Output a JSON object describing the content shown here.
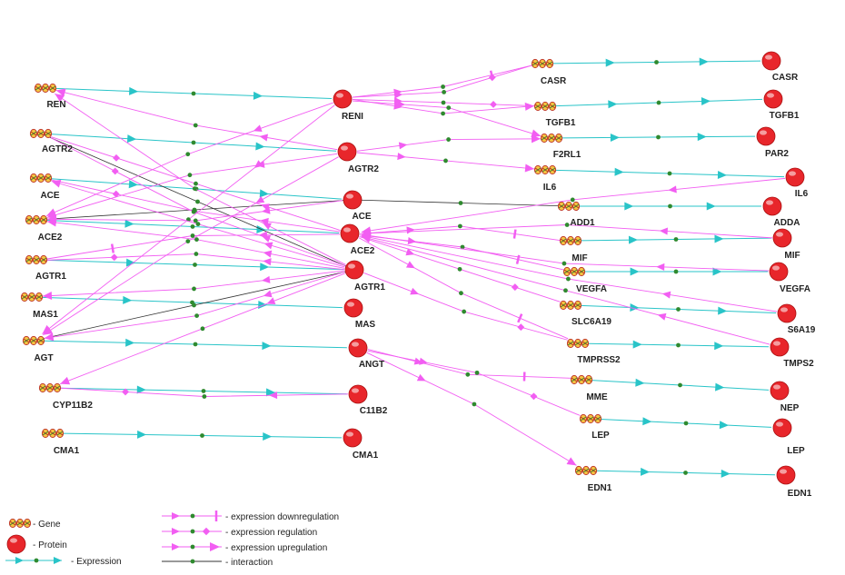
{
  "colors": {
    "expression": "#29c4c8",
    "regulation": "#f25ef2",
    "interaction": "#333333",
    "protein": "#e8262b",
    "gene": "#e0a020",
    "dot": "#2f8a2f"
  },
  "genes": [
    {
      "id": "g_REN",
      "label": "REN"
    },
    {
      "id": "g_AGTR2",
      "label": "AGTR2"
    },
    {
      "id": "g_ACE",
      "label": "ACE"
    },
    {
      "id": "g_ACE2",
      "label": "ACE2"
    },
    {
      "id": "g_AGTR1",
      "label": "AGTR1"
    },
    {
      "id": "g_MAS1",
      "label": "MAS1"
    },
    {
      "id": "g_AGT",
      "label": "AGT"
    },
    {
      "id": "g_CYP11B2",
      "label": "CYP11B2"
    },
    {
      "id": "g_CMA1",
      "label": "CMA1"
    },
    {
      "id": "g_CASR",
      "label": "CASR"
    },
    {
      "id": "g_TGFB1",
      "label": "TGFB1"
    },
    {
      "id": "g_F2RL1",
      "label": "F2RL1"
    },
    {
      "id": "g_IL6",
      "label": "IL6"
    },
    {
      "id": "g_ADD1",
      "label": "ADD1"
    },
    {
      "id": "g_MIF",
      "label": "MIF"
    },
    {
      "id": "g_VEGFA",
      "label": "VEGFA"
    },
    {
      "id": "g_SLC6A19",
      "label": "SLC6A19"
    },
    {
      "id": "g_TMPRSS2",
      "label": "TMPRSS2"
    },
    {
      "id": "g_MME",
      "label": "MME"
    },
    {
      "id": "g_LEP",
      "label": "LEP"
    },
    {
      "id": "g_EDN1",
      "label": "EDN1"
    }
  ],
  "proteins": [
    {
      "id": "p_RENI",
      "label": "RENI"
    },
    {
      "id": "p_AGTR2",
      "label": "AGTR2"
    },
    {
      "id": "p_ACE",
      "label": "ACE"
    },
    {
      "id": "p_ACE2",
      "label": "ACE2"
    },
    {
      "id": "p_AGTR1",
      "label": "AGTR1"
    },
    {
      "id": "p_MAS",
      "label": "MAS"
    },
    {
      "id": "p_ANGT",
      "label": "ANGT"
    },
    {
      "id": "p_C11B2",
      "label": "C11B2"
    },
    {
      "id": "p_CMA1",
      "label": "CMA1"
    },
    {
      "id": "p_CASR",
      "label": "CASR"
    },
    {
      "id": "p_TGFB1",
      "label": "TGFB1"
    },
    {
      "id": "p_PAR2",
      "label": "PAR2"
    },
    {
      "id": "p_IL6",
      "label": "IL6"
    },
    {
      "id": "p_ADDA",
      "label": "ADDA"
    },
    {
      "id": "p_MIF",
      "label": "MIF"
    },
    {
      "id": "p_VEGFA",
      "label": "VEGFA"
    },
    {
      "id": "p_S6A19",
      "label": "S6A19"
    },
    {
      "id": "p_TMPS2",
      "label": "TMPS2"
    },
    {
      "id": "p_NEP",
      "label": "NEP"
    },
    {
      "id": "p_LEP",
      "label": "LEP"
    },
    {
      "id": "p_EDN1",
      "label": "EDN1"
    }
  ],
  "expression_edges": [
    [
      "g_REN",
      "p_RENI"
    ],
    [
      "g_AGTR2",
      "p_AGTR2"
    ],
    [
      "g_ACE",
      "p_ACE"
    ],
    [
      "g_ACE2",
      "p_ACE2"
    ],
    [
      "g_AGTR1",
      "p_AGTR1"
    ],
    [
      "g_MAS1",
      "p_MAS"
    ],
    [
      "g_AGT",
      "p_ANGT"
    ],
    [
      "g_CYP11B2",
      "p_C11B2"
    ],
    [
      "g_CMA1",
      "p_CMA1"
    ],
    [
      "g_CASR",
      "p_CASR"
    ],
    [
      "g_TGFB1",
      "p_TGFB1"
    ],
    [
      "g_F2RL1",
      "p_PAR2"
    ],
    [
      "g_IL6",
      "p_IL6"
    ],
    [
      "g_ADD1",
      "p_ADDA"
    ],
    [
      "g_MIF",
      "p_MIF"
    ],
    [
      "g_VEGFA",
      "p_VEGFA"
    ],
    [
      "g_SLC6A19",
      "p_S6A19"
    ],
    [
      "g_TMPRSS2",
      "p_TMPS2"
    ],
    [
      "g_MME",
      "p_NEP"
    ],
    [
      "g_LEP",
      "p_LEP"
    ],
    [
      "g_EDN1",
      "p_EDN1"
    ]
  ],
  "regulation_edges": [
    [
      "p_AGTR1",
      "g_REN",
      "up"
    ],
    [
      "p_AGTR2",
      "g_REN",
      "up"
    ],
    [
      "p_ACE2",
      "g_AGTR2",
      "reg"
    ],
    [
      "p_AGTR1",
      "g_ACE2",
      "up"
    ],
    [
      "p_AGTR1",
      "g_AGTR1",
      "reg"
    ],
    [
      "p_AGTR1",
      "g_AGT",
      "up"
    ],
    [
      "p_AGTR1",
      "g_MAS1",
      "up"
    ],
    [
      "p_AGTR1",
      "g_CYP11B2",
      "up"
    ],
    [
      "p_AGTR2",
      "g_AGT",
      "up"
    ],
    [
      "p_AGTR2",
      "g_ACE2",
      "up"
    ],
    [
      "p_ACE",
      "g_ACE2",
      "up"
    ],
    [
      "p_ACE2",
      "g_ACE",
      "reg"
    ],
    [
      "p_RENI",
      "g_AGT",
      "up"
    ],
    [
      "p_RENI",
      "g_ACE2",
      "up"
    ],
    [
      "p_ACE2",
      "g_AGTR1",
      "down"
    ],
    [
      "p_AGTR1",
      "g_AGTR2",
      "reg"
    ],
    [
      "p_C11B2",
      "g_CYP11B2",
      "reg"
    ],
    [
      "p_AGTR1",
      "g_ACE",
      "up"
    ],
    [
      "p_RENI",
      "g_CASR",
      "down"
    ],
    [
      "p_RENI",
      "g_TGFB1",
      "up"
    ],
    [
      "p_RENI",
      "g_F2RL1",
      "up"
    ],
    [
      "p_AGTR2",
      "g_F2RL1",
      "up"
    ],
    [
      "p_AGTR2",
      "g_IL6",
      "up"
    ],
    [
      "p_IL6",
      "p_ACE2",
      "up"
    ],
    [
      "p_RENI",
      "g_CASR",
      "reg"
    ],
    [
      "p_ACE2",
      "g_MIF",
      "down"
    ],
    [
      "p_ACE2",
      "g_VEGFA",
      "down"
    ],
    [
      "p_ACE2",
      "g_SLC6A19",
      "reg"
    ],
    [
      "p_ACE2",
      "g_TMPRSS2",
      "down"
    ],
    [
      "p_MIF",
      "p_ACE2",
      "up"
    ],
    [
      "p_VEGFA",
      "p_ACE2",
      "up"
    ],
    [
      "p_S6A19",
      "p_ACE2",
      "up"
    ],
    [
      "p_TMPS2",
      "p_ACE2",
      "up"
    ],
    [
      "p_AGTR1",
      "g_TMPRSS2",
      "reg"
    ],
    [
      "p_ANGT",
      "g_MME",
      "down"
    ],
    [
      "p_ANGT",
      "g_LEP",
      "reg"
    ],
    [
      "p_ANGT",
      "g_EDN1",
      "up"
    ],
    [
      "p_RENI",
      "g_TGFB1",
      "reg"
    ]
  ],
  "interaction_edges": [
    [
      "g_AGTR2",
      "p_AGTR1"
    ],
    [
      "g_AGT",
      "p_AGTR1"
    ],
    [
      "p_ACE",
      "g_ADD1"
    ],
    [
      "g_ACE2",
      "p_ACE"
    ]
  ],
  "legend": [
    {
      "symbol": "gene",
      "label": "- Gene"
    },
    {
      "symbol": "protein",
      "label": "- Protein"
    },
    {
      "symbol": "expression",
      "label": "- Expression"
    },
    {
      "symbol": "down",
      "label": "- expression downregulation"
    },
    {
      "symbol": "reg",
      "label": "- expression regulation"
    },
    {
      "symbol": "up",
      "label": "- expression upregulation"
    },
    {
      "symbol": "interaction",
      "label": "- interaction"
    }
  ]
}
